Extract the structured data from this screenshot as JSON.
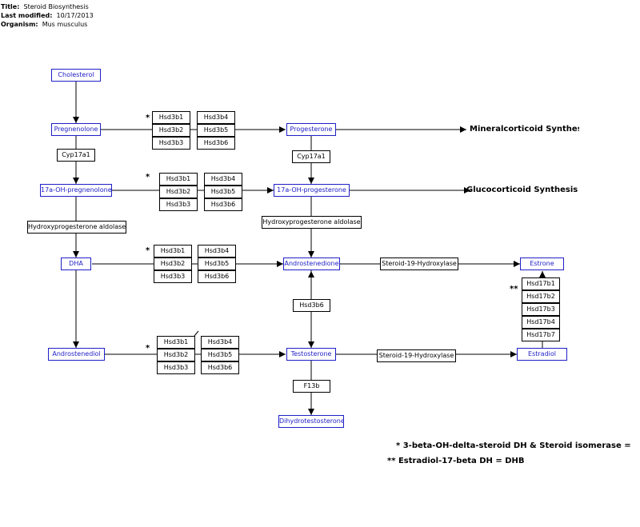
{
  "header": {
    "title_key": "Title:",
    "title": "Steroid Biosynthesis",
    "modified_key": "Last modified:",
    "modified": "10/17/2013",
    "organism_key": "Organism:",
    "organism": "Mus musculus"
  },
  "metabolites": {
    "cholesterol": "Cholesterol",
    "pregnenolone": "Pregnenolone",
    "oh_pregnenolone": "17a-OH-pregnenolone",
    "dha": "DHA",
    "androstenediol": "Androstenediol",
    "progesterone": "Progesterone",
    "oh_progesterone": "17a-OH-progesterone",
    "androstenedione": "Androstenedione",
    "testosterone": "Testosterone",
    "dihydrotestosterone": "Dihydrotestosterone",
    "estrone": "Estrone",
    "estradiol": "Estradiol"
  },
  "genes": {
    "hsd3b1": "Hsd3b1",
    "hsd3b2": "Hsd3b2",
    "hsd3b3": "Hsd3b3",
    "hsd3b4": "Hsd3b4",
    "hsd3b5": "Hsd3b5",
    "hsd3b6": "Hsd3b6",
    "cyp17a1": "Cyp17a1",
    "hydroxy_aldolase": "Hydroxyprogesterone aldolase",
    "steroid19": "Steroid-19-Hydroxylase",
    "f13b": "F13b",
    "hsd17b1": "Hsd17b1",
    "hsd17b2": "Hsd17b2",
    "hsd17b3": "Hsd17b3",
    "hsd17b4": "Hsd17b4",
    "hsd17b7": "Hsd17b7"
  },
  "pathways": {
    "mineralcorticoid": "Mineralcorticoid Synthesis",
    "glucocorticoid": "Glucocorticoid Synthesis"
  },
  "marks": {
    "single": "*",
    "double": "**"
  },
  "notes": {
    "note1": "* 3-beta-OH-delta-steroid DH & Steroid isomerase =",
    "note2": "** Estradiol-17-beta DH = DHB"
  }
}
